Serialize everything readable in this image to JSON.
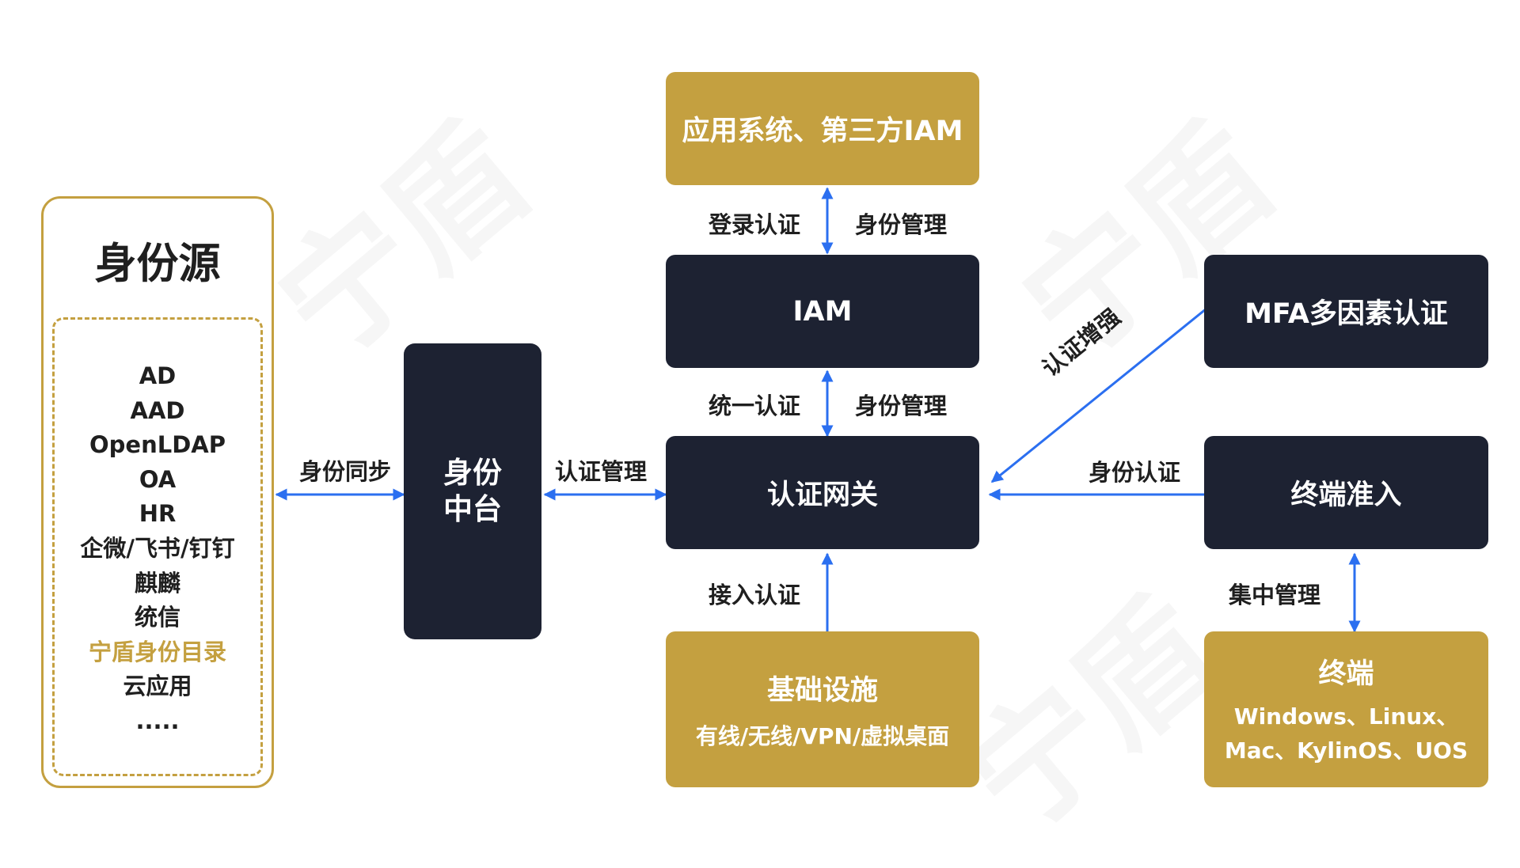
{
  "source_panel": {
    "title": "身份源",
    "items": [
      "AD",
      "AAD",
      "OpenLDAP",
      "OA",
      "HR",
      "企微/飞书/钉钉",
      "麒麟",
      "统信",
      "宁盾身份目录",
      "云应用",
      "....."
    ],
    "highlight_item": "宁盾身份目录"
  },
  "nodes": {
    "identity_hub": "身份\n中台",
    "app_system": "应用系统、第三方IAM",
    "iam": "IAM",
    "auth_gateway": "认证网关",
    "infrastructure": {
      "title": "基础设施",
      "subtitle": "有线/无线/VPN/虚拟桌面"
    },
    "mfa": "MFA多因素认证",
    "endpoint_access": "终端准入",
    "endpoint": {
      "title": "终端",
      "line1": "Windows、Linux、",
      "line2": "Mac、KylinOS、UOS"
    }
  },
  "edges": {
    "identity_sync": "身份同步",
    "auth_management": "认证管理",
    "login_auth": "登录认证",
    "identity_mgmt_top": "身份管理",
    "unified_auth": "统一认证",
    "identity_mgmt_mid": "身份管理",
    "access_auth": "接入认证",
    "auth_enhance": "认证增强",
    "identity_auth": "身份认证",
    "central_mgmt": "集中管理"
  },
  "colors": {
    "dark": "#1d2232",
    "gold": "#c4a040",
    "arrow": "#2b6ff0",
    "text": "#1f1f1f"
  }
}
